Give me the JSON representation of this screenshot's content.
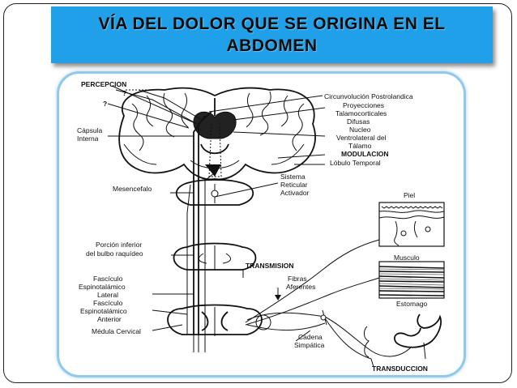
{
  "title": {
    "line1": "VÍA DEL DOLOR QUE SE ORIGINA EN EL",
    "line2": "ABDOMEN"
  },
  "diagram": {
    "left_labels": {
      "percepcion": "PERCEPCION",
      "q1": "?",
      "q2": "?",
      "capsula1": "Cápsula",
      "capsula2": "Interna",
      "mesencefalo": "Mesencefalo",
      "bulbo1": "Porción inferior",
      "bulbo2": "del bulbo raquídeo",
      "fasc1": "Fascículo",
      "fasc2": "Espinotalámico",
      "fasc3": "Lateral",
      "fasc4": "Fascículo",
      "fasc5": "Espinotalámico",
      "fasc6": "Anterior",
      "medula": "Médula Cervical"
    },
    "right_labels": {
      "circ": "Circunvolución Postrolandica",
      "proy1": "Proyecciones",
      "proy2": "Talamocorticales",
      "proy3": "Difusas",
      "nucleo1": "Nucleo",
      "nucleo2": "Ventrolateral del",
      "nucleo3": "Tálamo",
      "modulacion": "MODULACION",
      "lobulo": "Lóbulo Temporal",
      "sist1": "Sistema",
      "sist2": "Reticular",
      "sist3": "Activador",
      "piel": "Piel",
      "musculo": "Musculo",
      "estomago": "Estomago",
      "transmision": "TRANSMISION",
      "fibras1": "Fibras",
      "fibras2": "Aferentes",
      "cadena1": "Cadena",
      "cadena2": "Simpática",
      "transduccion": "TRANSDUCCION"
    }
  }
}
